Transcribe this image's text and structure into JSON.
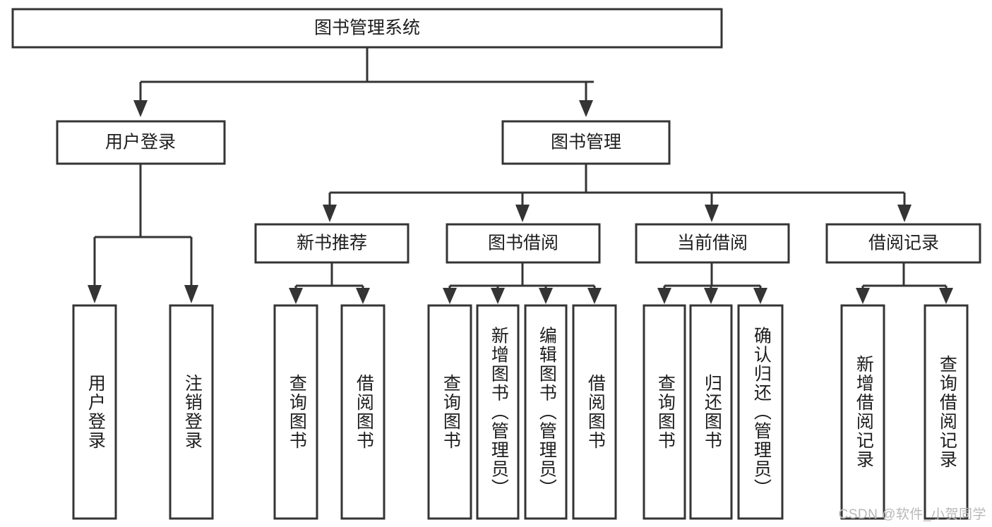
{
  "diagram": {
    "title": "图书管理系统",
    "type": "tree",
    "orientation": "top-down",
    "colors": {
      "box_stroke": "#343434",
      "box_fill": "#ffffff",
      "connector": "#343434",
      "text": "#1d1d1d",
      "background": "#ffffff",
      "watermark": "#b8b8b8"
    },
    "watermark": "CSDN @软件_小贺同学",
    "levels": {
      "root": "图书管理系统",
      "level2": [
        "用户登录",
        "图书管理"
      ],
      "level3": [
        "新书推荐",
        "图书借阅",
        "当前借阅",
        "借阅记录"
      ]
    },
    "nodes": {
      "root": {
        "label": "图书管理系统"
      },
      "user_login": {
        "label": "用户登录"
      },
      "book_manage": {
        "label": "图书管理"
      },
      "new_book_rec": {
        "label": "新书推荐"
      },
      "book_borrow": {
        "label": "图书借阅"
      },
      "current_borrow": {
        "label": "当前借阅"
      },
      "borrow_record": {
        "label": "借阅记录"
      },
      "leaf_user_login": {
        "label": "用户登录"
      },
      "leaf_user_logout": {
        "label": "注销登录"
      },
      "leaf_query_book_1": {
        "label": "查询图书"
      },
      "leaf_borrow_book_1": {
        "label": "借阅图书"
      },
      "leaf_query_book_2": {
        "label": "查询图书"
      },
      "leaf_add_book": {
        "label": "新增图书（管理员）"
      },
      "leaf_edit_book": {
        "label": "编辑图书（管理员）"
      },
      "leaf_borrow_book_2": {
        "label": "借阅图书"
      },
      "leaf_query_book_3": {
        "label": "查询图书"
      },
      "leaf_return_book": {
        "label": "归还图书"
      },
      "leaf_confirm_return": {
        "label": "确认归还（管理员）"
      },
      "leaf_add_record": {
        "label": "新增借阅记录"
      },
      "leaf_query_record": {
        "label": "查询借阅记录"
      }
    },
    "edges": [
      {
        "from": "图书管理系统",
        "to": "用户登录"
      },
      {
        "from": "图书管理系统",
        "to": "图书管理"
      },
      {
        "from": "用户登录",
        "to": "用户登录"
      },
      {
        "from": "用户登录",
        "to": "注销登录"
      },
      {
        "from": "图书管理",
        "to": "新书推荐"
      },
      {
        "from": "图书管理",
        "to": "图书借阅"
      },
      {
        "from": "图书管理",
        "to": "当前借阅"
      },
      {
        "from": "图书管理",
        "to": "借阅记录"
      },
      {
        "from": "新书推荐",
        "to": "查询图书"
      },
      {
        "from": "新书推荐",
        "to": "借阅图书"
      },
      {
        "from": "图书借阅",
        "to": "查询图书"
      },
      {
        "from": "图书借阅",
        "to": "新增图书（管理员）"
      },
      {
        "from": "图书借阅",
        "to": "编辑图书（管理员）"
      },
      {
        "from": "图书借阅",
        "to": "借阅图书"
      },
      {
        "from": "当前借阅",
        "to": "查询图书"
      },
      {
        "from": "当前借阅",
        "to": "归还图书"
      },
      {
        "from": "当前借阅",
        "to": "确认归还（管理员）"
      },
      {
        "from": "借阅记录",
        "to": "新增借阅记录"
      },
      {
        "from": "借阅记录",
        "to": "查询借阅记录"
      }
    ]
  }
}
